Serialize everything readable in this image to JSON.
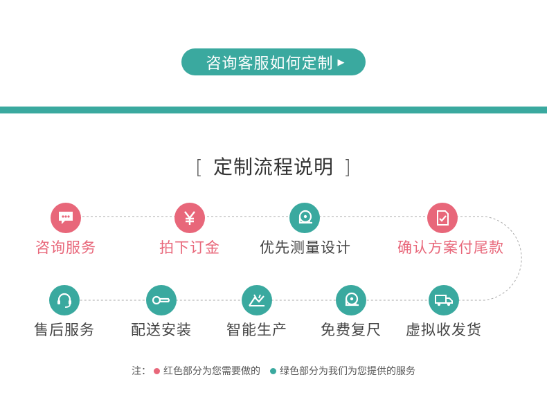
{
  "header": {
    "button_label": "咨询客服如何定制",
    "arrow_glyph": "▶"
  },
  "section": {
    "bracket_open": "[",
    "title": "定制流程说明",
    "bracket_close": "]"
  },
  "steps_row1": [
    {
      "label": "咨询服务",
      "icon": "chat-bubble-icon",
      "color": "red"
    },
    {
      "label": "拍下订金",
      "icon": "yen-icon",
      "color": "red"
    },
    {
      "label": "优先测量设计",
      "icon": "tape-measure-icon",
      "color": "green"
    },
    {
      "label": "确认方案付尾款",
      "icon": "checklist-icon",
      "color": "red"
    }
  ],
  "steps_row2": [
    {
      "label": "售后服务",
      "icon": "headset-icon",
      "color": "green"
    },
    {
      "label": "配送安装",
      "icon": "wrench-icon",
      "color": "green"
    },
    {
      "label": "智能生产",
      "icon": "machine-icon",
      "color": "green"
    },
    {
      "label": "免费复尺",
      "icon": "tape-measure-icon",
      "color": "green"
    },
    {
      "label": "虚拟收发货",
      "icon": "truck-icon",
      "color": "green"
    }
  ],
  "note": {
    "prefix": "注：",
    "red_text": "红色部分为您需要做的",
    "green_text": "绿色部分为我们为您提供的服务"
  },
  "colors": {
    "teal": "#3aa99f",
    "coral": "#e8677a",
    "text": "#444444"
  }
}
